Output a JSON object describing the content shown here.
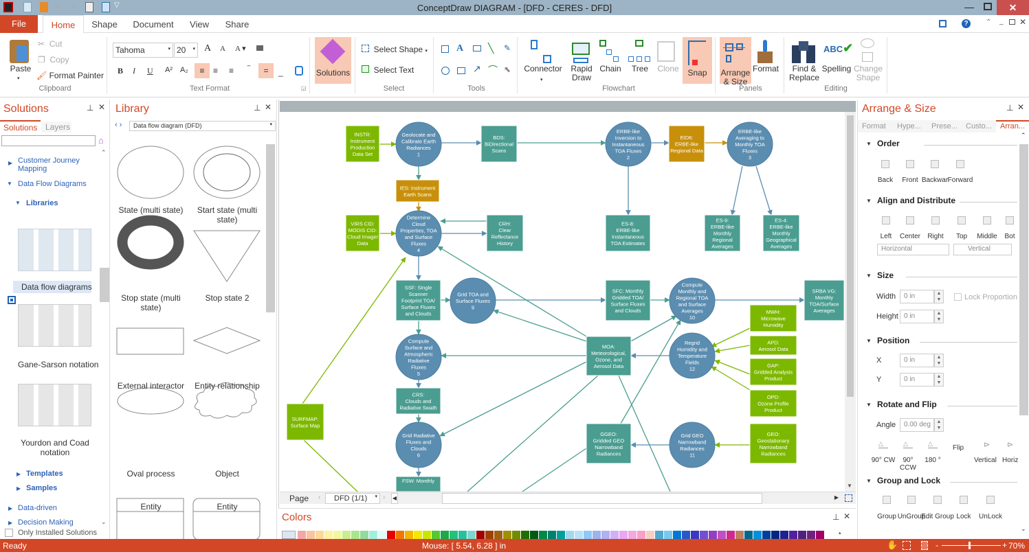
{
  "window": {
    "title": "ConceptDraw DIAGRAM - [DFD - CERES - DFD]"
  },
  "tabs": {
    "file": "File",
    "items": [
      "Home",
      "Shape",
      "Document",
      "View",
      "Share"
    ],
    "active": "Home"
  },
  "ribbon": {
    "clipboard": {
      "paste": "Paste",
      "cut": "Cut",
      "copy": "Copy",
      "format_painter": "Format Painter",
      "group": "Clipboard"
    },
    "text_format": {
      "font": "Tahoma",
      "size": "20",
      "group": "Text Format"
    },
    "solutions": "Solutions",
    "select": {
      "select_shape": "Select Shape",
      "select_text": "Select Text",
      "group": "Select"
    },
    "tools": {
      "group": "Tools"
    },
    "flowchart": {
      "connector": "Connector",
      "rapid_draw": "Rapid Draw",
      "chain": "Chain",
      "tree": "Tree",
      "clone": "Clone",
      "snap": "Snap",
      "group": "Flowchart"
    },
    "panels": {
      "arrange": "Arrange & Size",
      "format": "Format",
      "group": "Panels"
    },
    "editing": {
      "find": "Find & Replace",
      "spelling": "Spelling",
      "change_shape": "Change Shape",
      "group": "Editing"
    }
  },
  "solutions_panel": {
    "title": "Solutions",
    "tabs": [
      "Solutions",
      "Layers"
    ],
    "search_placeholder": "",
    "items": [
      "Customer Journey Mapping",
      "Data Flow Diagrams",
      "Libraries",
      "Data flow diagrams",
      "Gane-Sarson notation",
      "Yourdon and Coad notation",
      "Templates",
      "Samples",
      "Data-driven",
      "Decision Making"
    ],
    "only_installed": "Only Installed Solutions"
  },
  "library_panel": {
    "title": "Library",
    "selected": "Data flow diagram (DFD)",
    "shapes": [
      "State (multi state)",
      "Start state (multi state)",
      "Stop state (multi state)",
      "Stop state 2",
      "External interactor",
      "Entity relationship",
      "Oval process",
      "Object",
      "Entity",
      "Entity"
    ]
  },
  "diagram": {
    "colors": {
      "process": "#5b8db0",
      "store": "#4a9d90",
      "external": "#7db800",
      "store_orange": "#c8900a"
    },
    "nodes": [
      {
        "id": "instr",
        "type": "external",
        "lines": [
          "INSTR:",
          "Instrument",
          "Production",
          "Data Set"
        ]
      },
      {
        "id": "p1",
        "type": "process",
        "lines": [
          "Geolocate and",
          "Calibrate Earth",
          "Radiances",
          "1"
        ]
      },
      {
        "id": "bds",
        "type": "store",
        "lines": [
          "BDS:",
          "BiDirectional",
          "Scans"
        ]
      },
      {
        "id": "p2",
        "type": "process",
        "lines": [
          "ERBE-like",
          "Inversion to",
          "Instantaneous",
          "TOA Fluxes",
          "2"
        ]
      },
      {
        "id": "eid6",
        "type": "store_orange",
        "lines": [
          "EID6:",
          "ERBE-like",
          "Regional Data"
        ]
      },
      {
        "id": "p3",
        "type": "process",
        "lines": [
          "ERBE-like",
          "Averaging to",
          "Monthly TOA",
          "Fluxes",
          "3"
        ]
      },
      {
        "id": "ies",
        "type": "store_orange",
        "lines": [
          "IES: Instrument",
          "Earth Scans"
        ]
      },
      {
        "id": "virs",
        "type": "external",
        "lines": [
          "VIRS CID:",
          "MODIS CID:",
          "Cloud Imager",
          "Data"
        ]
      },
      {
        "id": "p4",
        "type": "process",
        "lines": [
          "Determine",
          "Cloud",
          "Properties, TOA",
          "and Surface",
          "Fluxes",
          "4"
        ]
      },
      {
        "id": "crh",
        "type": "store",
        "lines": [
          "CRH:",
          "Clear",
          "Reflectance",
          "History"
        ]
      },
      {
        "id": "es8",
        "type": "store",
        "lines": [
          "ES-8:",
          "ERBE-like",
          "Instantaneous",
          "TOA Estimates"
        ]
      },
      {
        "id": "es9",
        "type": "store",
        "lines": [
          "ES-9:",
          "ERBE-like",
          "Monthly",
          "Regional",
          "Averages"
        ]
      },
      {
        "id": "es4",
        "type": "store",
        "lines": [
          "ES-4:",
          "ERBE-like",
          "Monthly",
          "Geographical",
          "Averages"
        ]
      },
      {
        "id": "ssf",
        "type": "store",
        "lines": [
          "SSF: Single",
          "Scanner",
          "Footprint TOA/",
          "Surface Fluxes",
          "and Clouds"
        ]
      },
      {
        "id": "p9",
        "type": "process",
        "lines": [
          "Grid TOA and",
          "Surface Fluxes",
          "9"
        ]
      },
      {
        "id": "sfc",
        "type": "store",
        "lines": [
          "SFC: Monthly",
          "Gridded TOA/",
          "Surface Fluxes",
          "and Clouds"
        ]
      },
      {
        "id": "p10",
        "type": "process",
        "lines": [
          "Compute",
          "Monthly and",
          "Regional TOA",
          "and Surface",
          "Averages",
          "10"
        ]
      },
      {
        "id": "srba",
        "type": "store",
        "lines": [
          "SRBA VG:",
          "Monthly",
          "TOA/Surface",
          "Averages"
        ]
      },
      {
        "id": "mwh",
        "type": "external",
        "lines": [
          "MWH:",
          "Microwave",
          "Humidity"
        ]
      },
      {
        "id": "p5",
        "type": "process",
        "lines": [
          "Compute",
          "Surface and",
          "Atmospheric",
          "Radiative",
          "Fluxes",
          "5"
        ]
      },
      {
        "id": "moa",
        "type": "store",
        "lines": [
          "MOA:",
          "Meteorological,",
          "Ozone, and",
          "Aerosol Data"
        ]
      },
      {
        "id": "p12",
        "type": "process",
        "lines": [
          "Regrid",
          "Humidity and",
          "Temperature",
          "Fields",
          "12"
        ]
      },
      {
        "id": "apd",
        "type": "external",
        "lines": [
          "APD:",
          "Aerosol Data"
        ]
      },
      {
        "id": "gap",
        "type": "external",
        "lines": [
          "GAP:",
          "Gridded Analysis",
          "Product"
        ]
      },
      {
        "id": "opd",
        "type": "external",
        "lines": [
          "OPD:",
          "Ozone Profile",
          "Product"
        ]
      },
      {
        "id": "crs",
        "type": "store",
        "lines": [
          "CRS:",
          "Clouds and",
          "Radiative Swath"
        ]
      },
      {
        "id": "surfmap",
        "type": "external",
        "lines": [
          "SURFMAP:",
          "Surface Map"
        ]
      },
      {
        "id": "p6",
        "type": "process",
        "lines": [
          "Grid Radiative",
          "Fluxes and",
          "Clouds",
          "6"
        ]
      },
      {
        "id": "ggeo",
        "type": "store",
        "lines": [
          "GGEO:",
          "Gridded GEO",
          "Narrowband",
          "Radiances"
        ]
      },
      {
        "id": "p11",
        "type": "process",
        "lines": [
          "Grid GEO",
          "Narrowband",
          "Radiances",
          "11"
        ]
      },
      {
        "id": "geo",
        "type": "external",
        "lines": [
          "GEO:",
          "Geostationary",
          "Narrowband",
          "Radiances"
        ]
      },
      {
        "id": "fsw",
        "type": "store",
        "lines": [
          "FSW: Monthly"
        ]
      }
    ]
  },
  "page_bar": {
    "label": "Page",
    "page": "DFD (1/1)"
  },
  "colors_panel": {
    "title": "Colors",
    "swatches": [
      "#f4a7a7",
      "#f9c4a0",
      "#fbd99a",
      "#fdf2a0",
      "#f0f7a0",
      "#c9ee8f",
      "#a8e68f",
      "#8fdc9c",
      "#a0f0e0",
      "#e0faf6",
      "#e60000",
      "#f07800",
      "#f4b400",
      "#f4e800",
      "#c8e600",
      "#54c832",
      "#1ea84a",
      "#22c27a",
      "#28c0a0",
      "#7ad8d0",
      "#a00000",
      "#a04000",
      "#a06010",
      "#a09000",
      "#708c00",
      "#1e6e00",
      "#005a14",
      "#00884a",
      "#00806e",
      "#00a0a0",
      "#a0d8f0",
      "#b8e0f8",
      "#90c8f8",
      "#9ab4ec",
      "#b0b0f4",
      "#d0b0f8",
      "#e8a8f4",
      "#f4a8e0",
      "#f8a0c8",
      "#f4d0c4",
      "#50a8d0",
      "#78c8f0",
      "#0078d4",
      "#2858c8",
      "#3838c0",
      "#7050d0",
      "#9040c0",
      "#c050c8",
      "#d02890",
      "#c08060",
      "#006890",
      "#0090e0",
      "#0040a0",
      "#002880",
      "#202090",
      "#5020a0",
      "#502080",
      "#702080",
      "#a00068"
    ]
  },
  "arrange_panel": {
    "title": "Arrange & Size",
    "tabs": [
      "Format",
      "Hype...",
      "Prese...",
      "Custo...",
      "Arran..."
    ],
    "order": {
      "title": "Order",
      "buttons": [
        "Back",
        "Front",
        "Backwar",
        "Forward"
      ]
    },
    "align": {
      "title": "Align and Distribute",
      "buttons": [
        "Left",
        "Center",
        "Right",
        "Top",
        "Middle",
        "Bot"
      ],
      "horizontal": "Horizontal",
      "vertical": "Vertical"
    },
    "size": {
      "title": "Size",
      "width_label": "Width",
      "width": "0 in",
      "height_label": "Height",
      "height": "0 in",
      "lock": "Lock Proportion"
    },
    "position": {
      "title": "Position",
      "x_label": "X",
      "x": "0 in",
      "y_label": "Y",
      "y": "0 in"
    },
    "rotate": {
      "title": "Rotate and Flip",
      "angle_label": "Angle",
      "angle": "0.00 deg",
      "buttons": [
        "90° CW",
        "90° CCW",
        "180 °"
      ],
      "flip": "Flip",
      "flip_buttons": [
        "Vertical",
        "Horiz"
      ]
    },
    "group": {
      "title": "Group and Lock",
      "buttons": [
        "Group",
        "UnGroup",
        "Edit Group",
        "Lock",
        "UnLock"
      ]
    }
  },
  "status": {
    "ready": "Ready",
    "mouse": "Mouse: [ 5.54, 6.28 ] in",
    "zoom": "70%"
  }
}
